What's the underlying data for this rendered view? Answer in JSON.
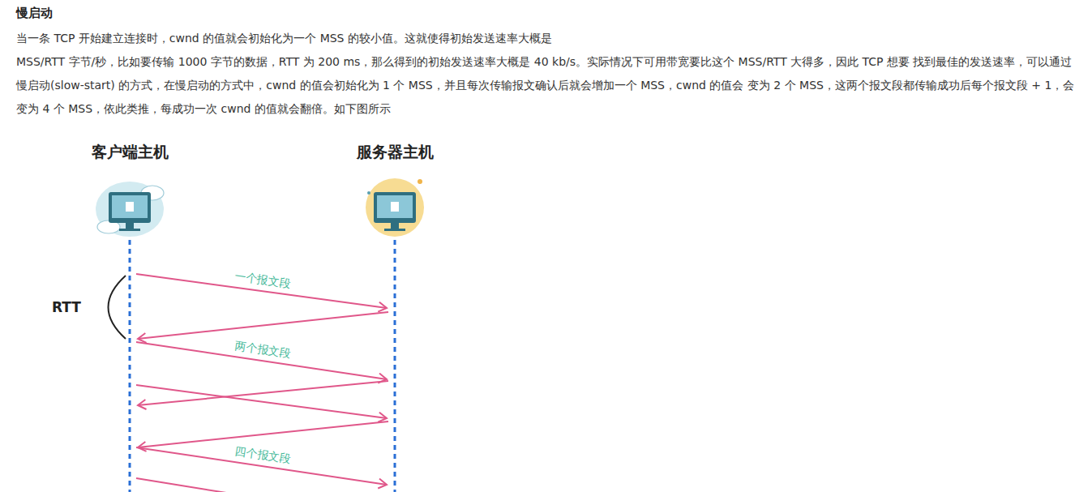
{
  "diagram": {
    "title": "慢启动",
    "nodes": [
      {
        "text": [
          "客户端主机"
        ]
      },
      {
        "text": [
          "服务器主机"
        ]
      }
    ],
    "edges": [
      {
        "from": 0,
        "to": 1,
        "arrow": "to",
        "label": "一个报文段"
      },
      {
        "from": 1,
        "to": 0,
        "arrow": "to"
      },
      {
        "from": 0,
        "to": 1,
        "arrow": "to",
        "label": "两个报文段"
      },
      {
        "from": 0,
        "to": 1,
        "arrow": "to"
      },
      {
        "from": 1,
        "to": 0,
        "arrow": "to"
      },
      {
        "from": 1,
        "to": 0,
        "arrow": "to"
      },
      {
        "from": 0,
        "to": 1,
        "arrow": "to",
        "label": "四个报文段"
      },
      {
        "from": 0,
        "to": 1,
        "arrow": "to"
      }
    ],
    "labels": [
      "当一条 TCP 开始建立连接时，cwnd 的值就会初始化为一个 MSS 的较小值。这就使得初始发送速率大概是",
      "MSS/RTT 字节/秒，比如要传输 1000 字节的数据，RTT 为 200 ms，那么得到的初始发送速率大概是 40 kb/s。实际情况下可用带宽要比这个 MSS/RTT 大得多，因此 TCP 想要 找到最佳的发送速率，可以通过 慢启动(slow-start) 的方式，在慢启动的方式中，cwnd 的值会初始化为 1 个 MSS，并且每次传输报文确认后就会增加一个 MSS，cwnd 的值会 变为 2 个 MSS，这两个报文段都传输成功后每个报文段 + 1，会变为 4 个 MSS，依此类推，每成功一次 cwnd 的值就会翻倍。如下图所示",
      "RTT"
    ]
  }
}
